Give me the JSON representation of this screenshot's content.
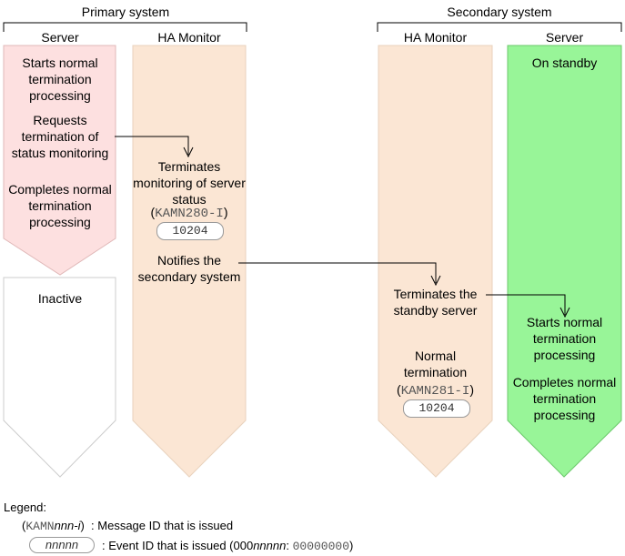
{
  "headers": {
    "primary": "Primary system",
    "secondary": "Secondary system"
  },
  "columns": {
    "primary_server": "Server",
    "primary_ha": "HA Monitor",
    "secondary_ha": "HA Monitor",
    "secondary_server": "Server"
  },
  "primary_server": {
    "step1": "Starts normal termination processing",
    "step2": "Requests termination of status monitoring",
    "step3": "Completes normal termination processing",
    "inactive": "Inactive"
  },
  "primary_ha": {
    "step1": "Terminates monitoring of server status",
    "msg1": "KAMN280-I",
    "event1": "10204",
    "step2": "Notifies the secondary system"
  },
  "secondary_ha": {
    "step1": "Terminates the standby server",
    "step2": "Normal termination",
    "msg2": "KAMN281-I",
    "event2": "10204"
  },
  "secondary_server": {
    "standby": "On standby",
    "step1": "Starts normal termination processing",
    "step2": "Completes normal termination processing"
  },
  "legend": {
    "title": "Legend:",
    "msg_prefix": "KAMN",
    "msg_var": "nnn-i",
    "msg_desc": ": Message ID that is issued",
    "event_var": "nnnnn",
    "event_desc_a": ": Event ID that is issued (000",
    "event_desc_var": "nnnnn",
    "event_desc_b": ": ",
    "event_desc_mono": "00000000",
    "event_desc_c": ")"
  },
  "colors": {
    "pink": "#fde0e0",
    "tan": "#fbe6d4",
    "green": "#98f598",
    "outline": "#cccccc"
  }
}
